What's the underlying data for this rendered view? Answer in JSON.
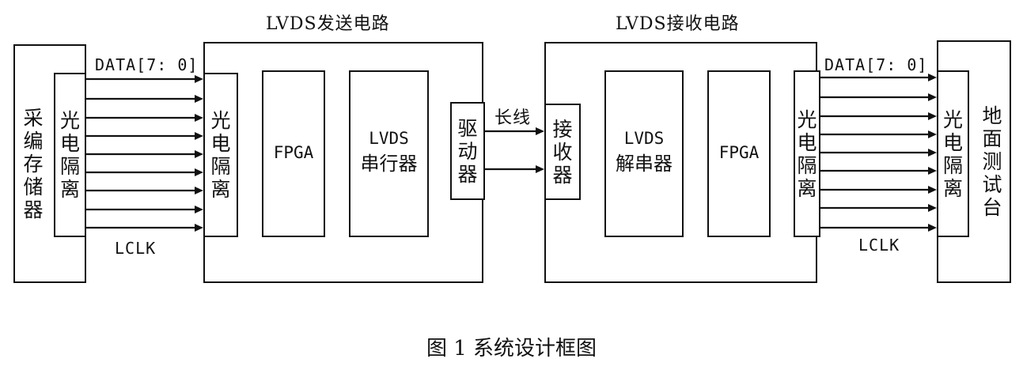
{
  "headings": {
    "tx_circuit": "LVDS发送电路",
    "rx_circuit": "LVDS接收电路"
  },
  "blocks": {
    "acq_storage": "采编存储器",
    "optocoupler": "光电隔离",
    "fpga": "FPGA",
    "serializer_line1": "LVDS",
    "serializer_line2": "串行器",
    "driver": "驱动器",
    "receiver": "接收器",
    "deserializer_line1": "LVDS",
    "deserializer_line2": "解串器",
    "ground_test": "地面测试台"
  },
  "signals": {
    "data_bus": "DATA[7: 0]",
    "clock": "LCLK",
    "long_line": "长线"
  },
  "caption": "图 1 系统设计框图"
}
